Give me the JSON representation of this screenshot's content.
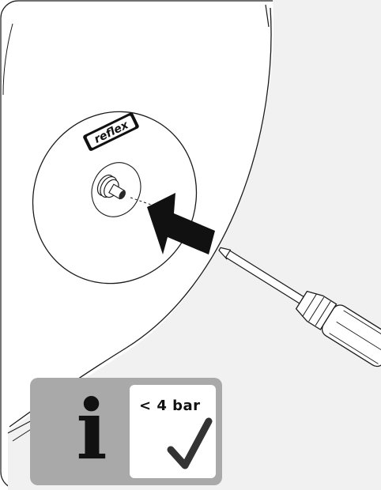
{
  "illustration": {
    "brand_label": "reflex",
    "elements": [
      "vessel-outline",
      "brand-disc",
      "valve-fitting",
      "insert-arrow",
      "screwdriver-icon"
    ]
  },
  "info_panel": {
    "letter": "i",
    "pressure_text": "< 4 bar",
    "icon": "checkmark-icon"
  },
  "colors": {
    "vessel_shadow": "#f1f1f1",
    "panel_gray": "#a9a9a9",
    "ink": "#111111"
  }
}
